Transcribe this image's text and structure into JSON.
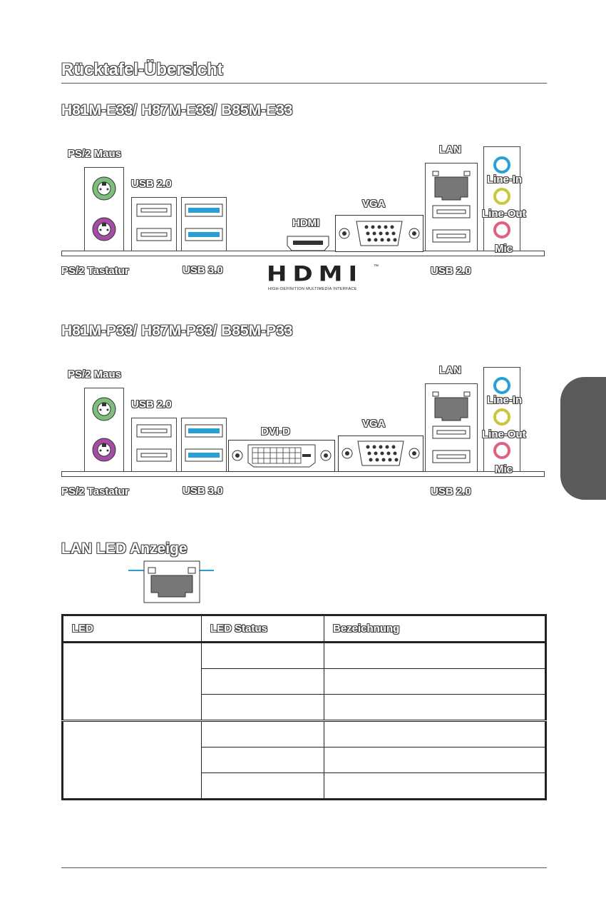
{
  "page": {
    "title": "Rücktafel-Übersicht",
    "accent_color": "#2a9fd6"
  },
  "panel1": {
    "heading": "H81M-E33/ H87M-E33/ B85M-E33",
    "labels": {
      "ps2_mouse": "PS/2 Maus",
      "usb20_top": "USB 2.0",
      "hdmi": "HDMI",
      "vga": "VGA",
      "lan": "LAN",
      "line_in": "Line-In",
      "line_out": "Line-Out",
      "mic": "Mic",
      "ps2_keyboard": "PS/2 Tastatur",
      "usb30": "USB 3.0",
      "usb20_bottom": "USB 2.0"
    },
    "hdmi_logo": {
      "wordmark": "HDMI",
      "tm": "™",
      "tagline": "HIGH-DEFINITION MULTIMEDIA INTERFACE"
    }
  },
  "panel2": {
    "heading": "H81M-P33/ H87M-P33/ B85M-P33",
    "labels": {
      "ps2_mouse": "PS/2 Maus",
      "usb20_top": "USB 2.0",
      "dvi": "DVI-D",
      "vga": "VGA",
      "lan": "LAN",
      "line_in": "Line-In",
      "line_out": "Line-Out",
      "mic": "Mic",
      "ps2_keyboard": "PS/2 Tastatur",
      "usb30": "USB 3.0",
      "usb20_bottom": "USB 2.0"
    }
  },
  "lan_led": {
    "heading": "LAN LED Anzeige"
  },
  "led_table": {
    "headers": [
      "LED",
      "LED Status",
      "Bezeichnung"
    ]
  },
  "colors": {
    "ps2_mouse": "#7dbf7a",
    "ps2_keyboard": "#a64ca6",
    "usb3": "#2a9fd6",
    "line_in": "#2a9fd6",
    "line_out": "#c8c83a",
    "mic": "#e06080"
  }
}
